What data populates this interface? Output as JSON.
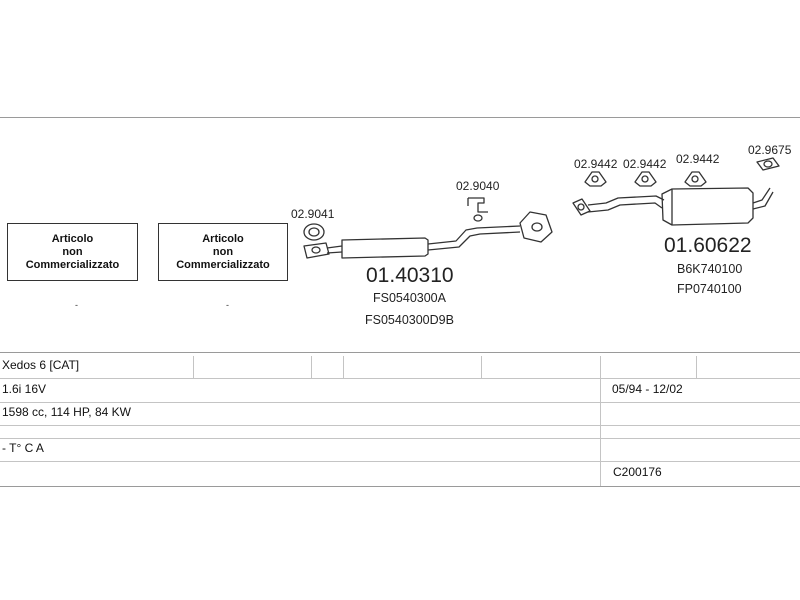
{
  "unavailable_items": [
    {
      "line1": "Articolo",
      "line2": "non",
      "line3": "Commercializzato",
      "mark": "-"
    },
    {
      "line1": "Articolo",
      "line2": "non",
      "line3": "Commercializzato",
      "mark": "-"
    }
  ],
  "parts": {
    "front_pipe_gasket": "02.9041",
    "middle_mount": "02.9040",
    "middle_silencer": {
      "code": "01.40310",
      "ref1": "FS0540300A",
      "ref2": "FS0540300D9B"
    },
    "rear_mount_1": "02.9442",
    "rear_mount_2": "02.9442",
    "rear_mount_3": "02.9442",
    "rear_gasket": "02.9675",
    "rear_silencer": {
      "code": "01.60622",
      "ref1": "B6K740100",
      "ref2": "FP0740100"
    }
  },
  "vehicle": {
    "model": "Xedos 6  [CAT]",
    "engine": "1.6i 16V",
    "years": "05/94 - 12/02",
    "specs": "1598 cc, 114 HP, 84 KW",
    "body": "- T° C A",
    "catalog_code": "C200176"
  },
  "colors": {
    "line": "#333333",
    "rule": "#9a9a9a",
    "grid": "#c4c4c4"
  }
}
